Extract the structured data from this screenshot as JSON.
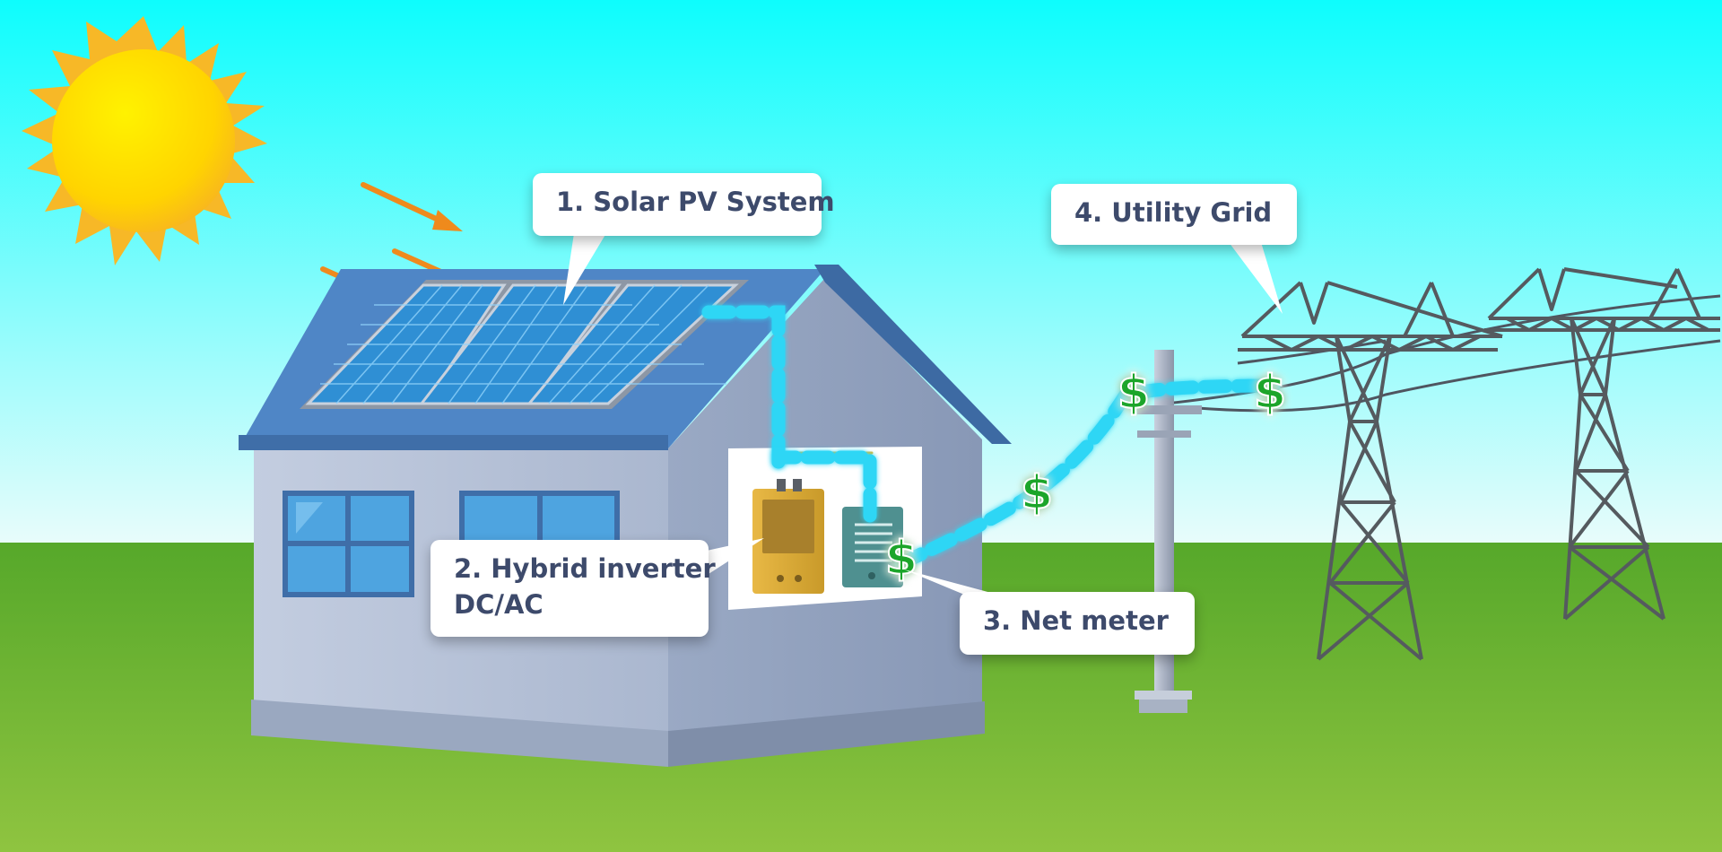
{
  "labels": {
    "solar_pv": "1. Solar PV System",
    "inverter_line1": "2. Hybrid inverter",
    "inverter_line2": "DC/AC",
    "net_meter": "3. Net meter",
    "utility_grid": "4. Utility Grid"
  },
  "dollar_symbol": "$",
  "icons": [
    "sun-icon",
    "house-icon",
    "solar-panel-icon",
    "inverter-icon",
    "net-meter-icon",
    "utility-pole-icon",
    "transmission-tower-icon",
    "dollar-icon"
  ],
  "colors": {
    "sky_top": "#0dfdfd",
    "sky_bottom": "#e8fcfb",
    "grass_top": "#56a82a",
    "grass_bottom": "#8fc440",
    "sun": "#ffd400",
    "sun_rays": "#f7b827",
    "sun_arrows": "#ef8a1c",
    "roof": "#4f86c6",
    "wall": "#b7c3d8",
    "wall_side": "#9eacc6",
    "window": "#57aee6",
    "panel": "#2f8fd4",
    "cable": "#2fd6f5",
    "inverter": "#d9a834",
    "meter": "#4f9090",
    "dollar": "#1fa52b",
    "dollar_glow": "#9ff27a",
    "tower": "#555a5f",
    "callout_text": "#3d4a6b"
  }
}
